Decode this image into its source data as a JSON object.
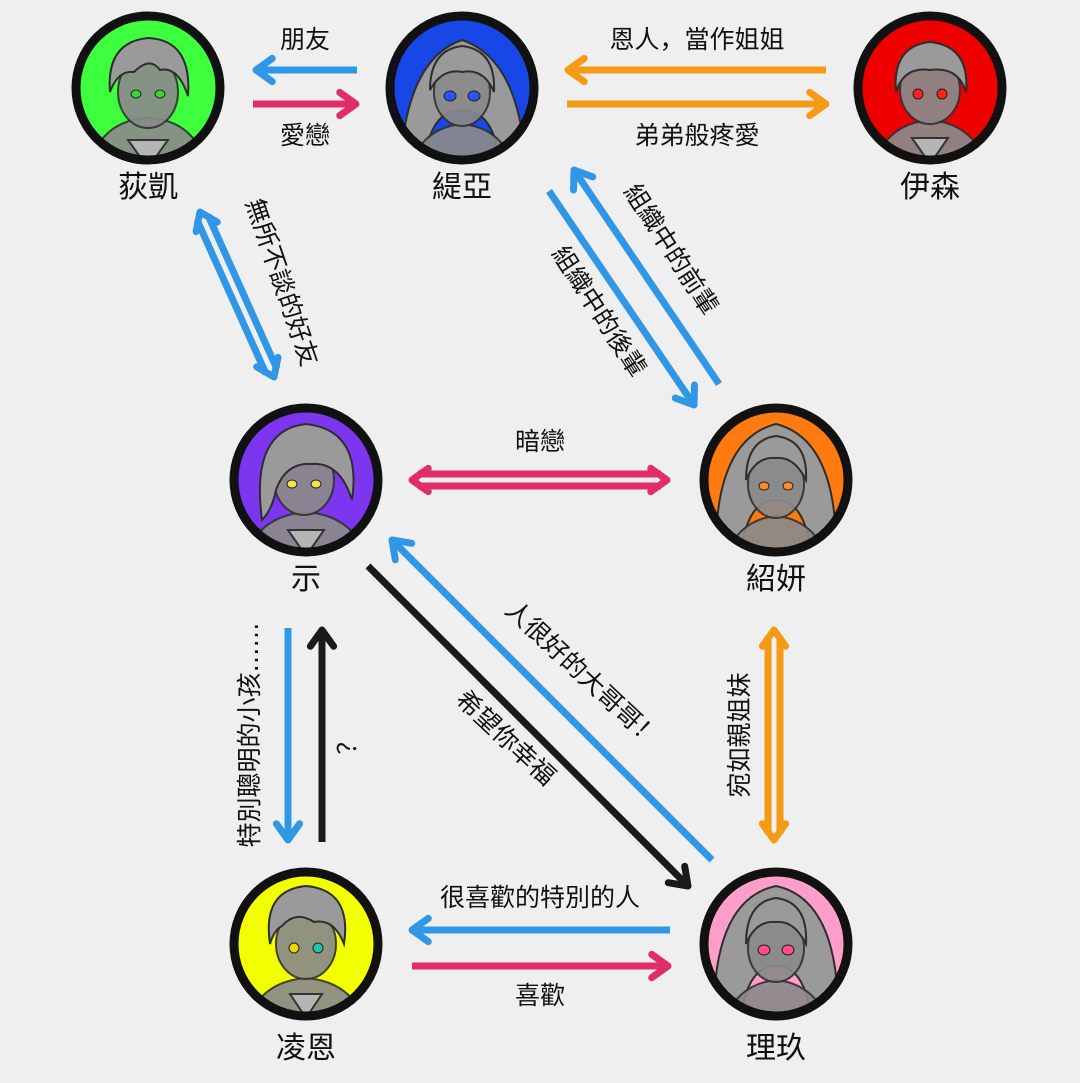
{
  "colors": {
    "blue": "#2f97e6",
    "pink": "#e02d67",
    "orange": "#f59a15",
    "black": "#1a1a1a",
    "background": "#efefef"
  },
  "characters": [
    {
      "id": "dikai",
      "name": "荻凱",
      "bg": "#3dff3d",
      "eye": "#39d639"
    },
    {
      "id": "tiya",
      "name": "緹亞",
      "bg": "#1747e6",
      "eye": "#2b52ff"
    },
    {
      "id": "yisen",
      "name": "伊森",
      "bg": "#ee0000",
      "eye": "#ff2020"
    },
    {
      "id": "shi",
      "name": "示",
      "bg": "#7d36f0",
      "eye": "#f3e24a"
    },
    {
      "id": "shaoyan",
      "name": "紹妍",
      "bg": "#ff7a0f",
      "eye": "#ff8a2a"
    },
    {
      "id": "lingen",
      "name": "凌恩",
      "bg": "#f2ff00",
      "eye": "#e8d800"
    },
    {
      "id": "lijiu",
      "name": "理玖",
      "bg": "#ff9ec8",
      "eye": "#ff4f8c"
    }
  ],
  "relations": [
    {
      "id": "tiya-to-dikai",
      "label": "朋友",
      "color": "blue"
    },
    {
      "id": "dikai-to-tiya",
      "label": "愛戀",
      "color": "pink"
    },
    {
      "id": "yisen-to-tiya",
      "label": "恩人，當作姐姐",
      "color": "orange"
    },
    {
      "id": "tiya-to-yisen",
      "label": "弟弟般疼愛",
      "color": "orange"
    },
    {
      "id": "dikai-shi",
      "label": "無所不談的好友",
      "color": "blue",
      "style": "double-arrow"
    },
    {
      "id": "shaoyan-to-tiya",
      "label": "組織中的前輩",
      "color": "blue"
    },
    {
      "id": "tiya-to-shaoyan",
      "label": "組織中的後輩",
      "color": "blue"
    },
    {
      "id": "shi-shaoyan",
      "label": "暗戀",
      "color": "pink",
      "style": "double-arrow"
    },
    {
      "id": "lijiu-to-shi",
      "label": "人很好的大哥哥！",
      "color": "blue"
    },
    {
      "id": "shi-to-lijiu",
      "label": "希望你幸福",
      "color": "black"
    },
    {
      "id": "shi-to-lingen",
      "label": "特別聰明的小孩……",
      "color": "blue"
    },
    {
      "id": "lingen-to-shi",
      "label": "？",
      "color": "black"
    },
    {
      "id": "shaoyan-lijiu",
      "label": "宛如親姐妹",
      "color": "orange",
      "style": "double-arrow"
    },
    {
      "id": "lijiu-to-lingen",
      "label": "很喜歡的特別的人",
      "color": "blue"
    },
    {
      "id": "lingen-to-lijiu",
      "label": "喜歡",
      "color": "pink"
    }
  ]
}
